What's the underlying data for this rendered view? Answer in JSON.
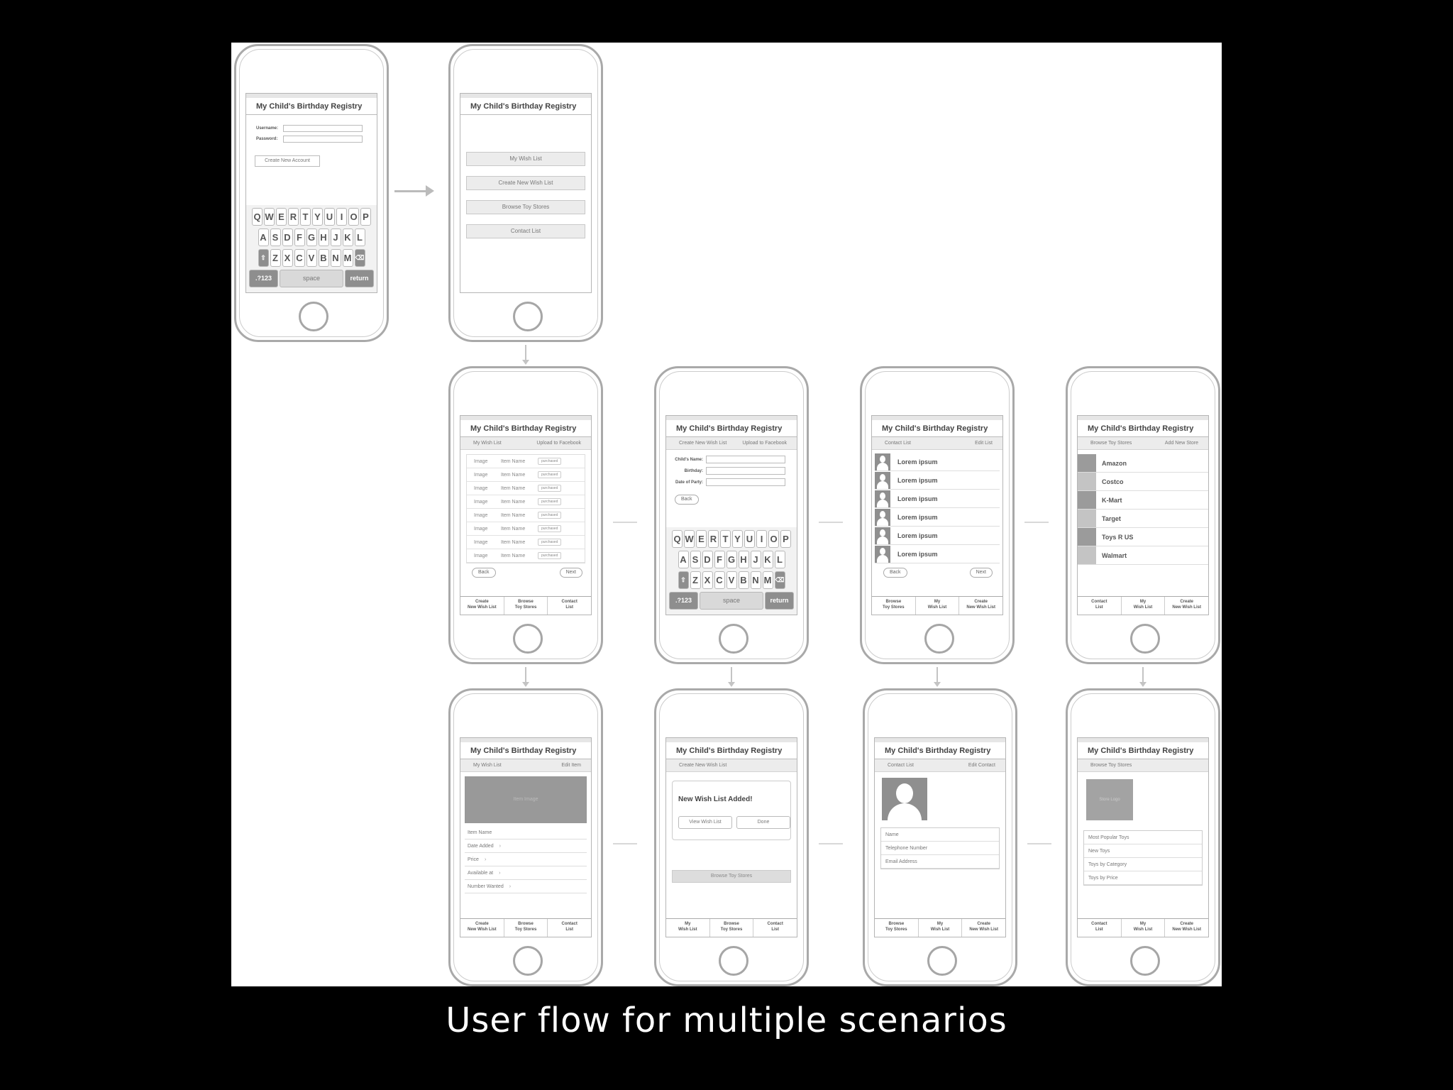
{
  "caption": "User flow for multiple scenarios",
  "app_title": "My Child's Birthday Registry",
  "login": {
    "username_label": "Username:",
    "password_label": "Password:",
    "create_account": "Create New Account"
  },
  "keyboard": {
    "row1": [
      "Q",
      "W",
      "E",
      "R",
      "T",
      "Y",
      "U",
      "I",
      "O",
      "P"
    ],
    "row2": [
      "A",
      "S",
      "D",
      "F",
      "G",
      "H",
      "J",
      "K",
      "L"
    ],
    "row3": [
      "Z",
      "X",
      "C",
      "V",
      "B",
      "N",
      "M"
    ],
    "numbers": ".?123",
    "space": "space",
    "return": "return"
  },
  "main_menu": [
    "My Wish List",
    "Create New Wish List",
    "Browse Toy Stores",
    "Contact List"
  ],
  "wish_list": {
    "header": "My Wish List",
    "header_action": "Upload to Facebook",
    "rows": [
      {
        "image": "Image",
        "name": "Item Name",
        "status": "purchased"
      },
      {
        "image": "Image",
        "name": "Item Name",
        "status": "purchased"
      },
      {
        "image": "Image",
        "name": "Item Name",
        "status": "purchased"
      },
      {
        "image": "Image",
        "name": "Item Name",
        "status": "purchased"
      },
      {
        "image": "Image",
        "name": "Item Name",
        "status": "purchased"
      },
      {
        "image": "Image",
        "name": "Item Name",
        "status": "purchased"
      },
      {
        "image": "Image",
        "name": "Item Name",
        "status": "purchased"
      },
      {
        "image": "Image",
        "name": "Item Name",
        "status": "purchased"
      }
    ],
    "back": "Back",
    "next": "Next",
    "tabs": [
      "Create\nNew Wish List",
      "Browse\nToy Stores",
      "Contact\nList"
    ]
  },
  "create_list": {
    "header": "Create New Wish List",
    "header_action": "Upload to Facebook",
    "fields": [
      "Child's Name:",
      "Birthday:",
      "Date of Party:"
    ],
    "back": "Back"
  },
  "contacts": {
    "header": "Contact List",
    "header_action": "Edit List",
    "rows": [
      "Lorem ipsum",
      "Lorem ipsum",
      "Lorem ipsum",
      "Lorem ipsum",
      "Lorem ipsum",
      "Lorem ipsum"
    ],
    "back": "Back",
    "next": "Next",
    "tabs": [
      "Browse\nToy Stores",
      "My\nWish List",
      "Create\nNew Wish List"
    ]
  },
  "stores": {
    "header": "Browse Toy Stores",
    "header_action": "Add New Store",
    "rows": [
      "Amazon",
      "Costco",
      "K-Mart",
      "Target",
      "Toys R US",
      "Walmart"
    ],
    "tabs": [
      "Contact\nList",
      "My\nWish List",
      "Create\nNew Wish List"
    ]
  },
  "item_detail": {
    "header": "My Wish List",
    "header_action": "Edit Item",
    "image": "Item Image",
    "rows": [
      "Item Name",
      "Date Added",
      "Price",
      "Available at",
      "Number Wanted"
    ],
    "tabs": [
      "Create\nNew Wish List",
      "Browse\nToy Stores",
      "Contact\nList"
    ]
  },
  "list_added": {
    "header": "Create New Wish List",
    "message": "New Wish List Added!",
    "view": "View Wish List",
    "done": "Done",
    "browse": "Browse Toy Stores",
    "tabs": [
      "My\nWish List",
      "Browse\nToy Stores",
      "Contact\nList"
    ]
  },
  "contact_detail": {
    "header": "Contact List",
    "header_action": "Edit Contact",
    "fields": [
      "Name",
      "Telephone Number",
      "Email Address"
    ],
    "tabs": [
      "Browse\nToy Stores",
      "My\nWish List",
      "Create\nNew Wish List"
    ]
  },
  "store_detail": {
    "header": "Browse Toy Stores",
    "logo": "Store Logo",
    "rows": [
      "Most Popular Toys",
      "New Toys",
      "Toys by Category",
      "Toys by Price"
    ],
    "tabs": [
      "Contact\nList",
      "My\nWish List",
      "Create\nNew Wish List"
    ]
  }
}
